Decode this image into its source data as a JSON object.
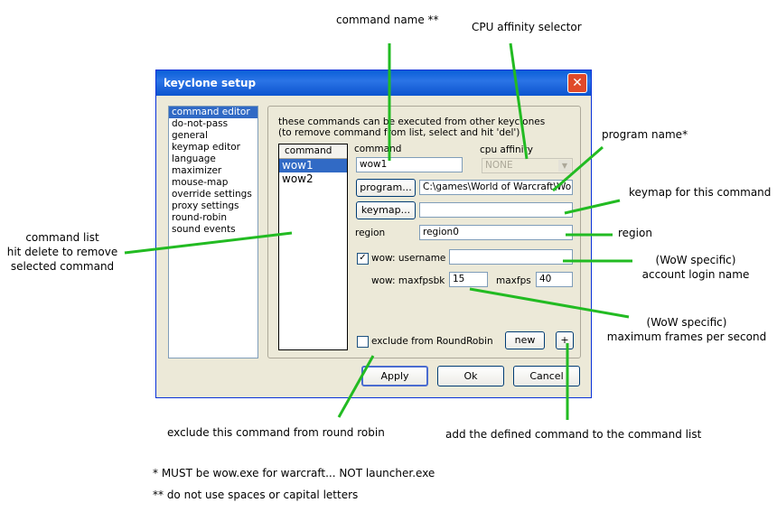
{
  "window": {
    "title": "keyclone setup",
    "close_glyph": "✕"
  },
  "categories": [
    {
      "label": "command editor",
      "selected": true
    },
    {
      "label": "do-not-pass"
    },
    {
      "label": "general"
    },
    {
      "label": "keymap editor"
    },
    {
      "label": "language"
    },
    {
      "label": "maximizer"
    },
    {
      "label": "mouse-map"
    },
    {
      "label": "override settings"
    },
    {
      "label": "proxy settings"
    },
    {
      "label": "round-robin"
    },
    {
      "label": "sound events"
    }
  ],
  "panel": {
    "info_line1": "these commands can be executed from other keyclones",
    "info_line2": "(to remove command from list, select and hit 'del')",
    "command_list": {
      "header": "command",
      "items": [
        {
          "label": "wow1",
          "selected": true
        },
        {
          "label": "wow2"
        }
      ]
    },
    "command_label": "command",
    "command_value": "wow1",
    "cpu_affinity_label": "cpu affinity",
    "cpu_affinity_value": "NONE",
    "program_button": "program...",
    "program_value": "C:\\games\\World of Warcraft\\Wo",
    "keymap_button": "keymap...",
    "keymap_value": "",
    "region_label": "region",
    "region_value": "region0",
    "wow_username_label": "wow: username",
    "wow_username_checked": true,
    "wow_username_value": "",
    "maxfpsbk_label": "wow: maxfpsbk",
    "maxfpsbk_value": "15",
    "maxfps_label": "maxfps",
    "maxfps_value": "40",
    "exclude_label": "exclude from RoundRobin",
    "exclude_checked": false,
    "new_button": "new",
    "plus_button": "+"
  },
  "footer": {
    "apply": "Apply",
    "ok": "Ok",
    "cancel": "Cancel"
  },
  "annotations": {
    "command_name": "command name **",
    "cpu_affinity": "CPU affinity selector",
    "program_name": "program name*",
    "keymap": "keymap for this command",
    "region": "region",
    "account_line1": "(WoW specific)",
    "account_line2": "account login name",
    "frames_line1": "(WoW specific)",
    "frames_line2": "maximum frames per second",
    "cmdlist_line1": "command list",
    "cmdlist_line2": "hit delete to remove",
    "cmdlist_line3": "selected command",
    "exclude": "exclude this command from round robin",
    "add": "add the defined command to the command list",
    "note1": "* MUST be wow.exe for warcraft... NOT launcher.exe",
    "note2": "** do not use spaces or capital letters"
  },
  "colors": {
    "annotation_line": "#22bb22",
    "selection": "#316ac5",
    "titlebar": "#0a5fd8"
  }
}
